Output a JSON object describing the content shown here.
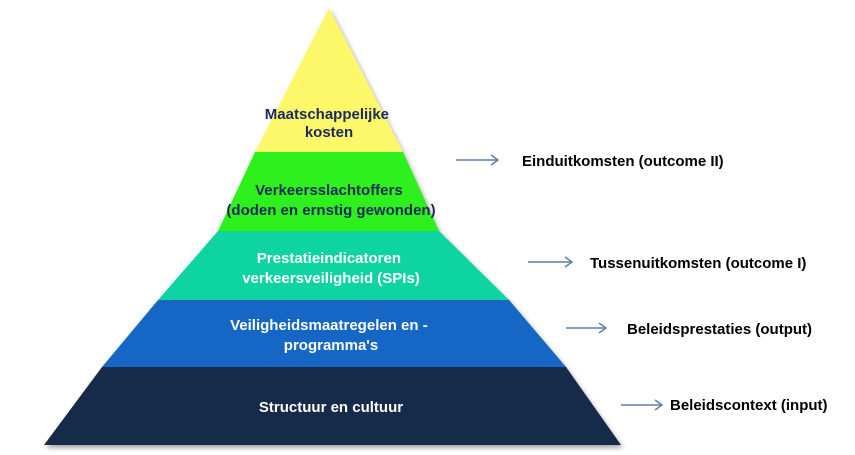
{
  "pyramid": {
    "tiers": [
      {
        "lines": [
          "Maatschappelijke",
          "kosten"
        ],
        "fill": "#fdf86a",
        "text_color": "#1b2a5c"
      },
      {
        "lines": [
          "Verkeersslachtoffers",
          "(doden en ernstig gewonden)"
        ],
        "fill": "#2ef01c",
        "text_color": "#1b2a5c"
      },
      {
        "lines": [
          "Prestatieindicatoren",
          "verkeersveiligheid  (SPIs)"
        ],
        "fill": "#10d4a0",
        "text_color": "#ffffff"
      },
      {
        "lines": [
          "Veiligheidsmaatregelen  en  -",
          "programma's"
        ],
        "fill": "#1466c6",
        "text_color": "#ffffff"
      },
      {
        "lines": [
          "Structuur  en  cultuur"
        ],
        "fill": "#14294a",
        "text_color": "#ffffff"
      }
    ]
  },
  "outcomes": [
    {
      "label": "Einduitkomsten (outcome II)"
    },
    {
      "label": "Tussenuitkomsten (outcome I)"
    },
    {
      "label": "Beleidsprestaties (output)"
    },
    {
      "label": "Beleidscontext (input)"
    }
  ],
  "colors": {
    "arrow": "#5b7fa6",
    "outcome_text": "#000000"
  }
}
